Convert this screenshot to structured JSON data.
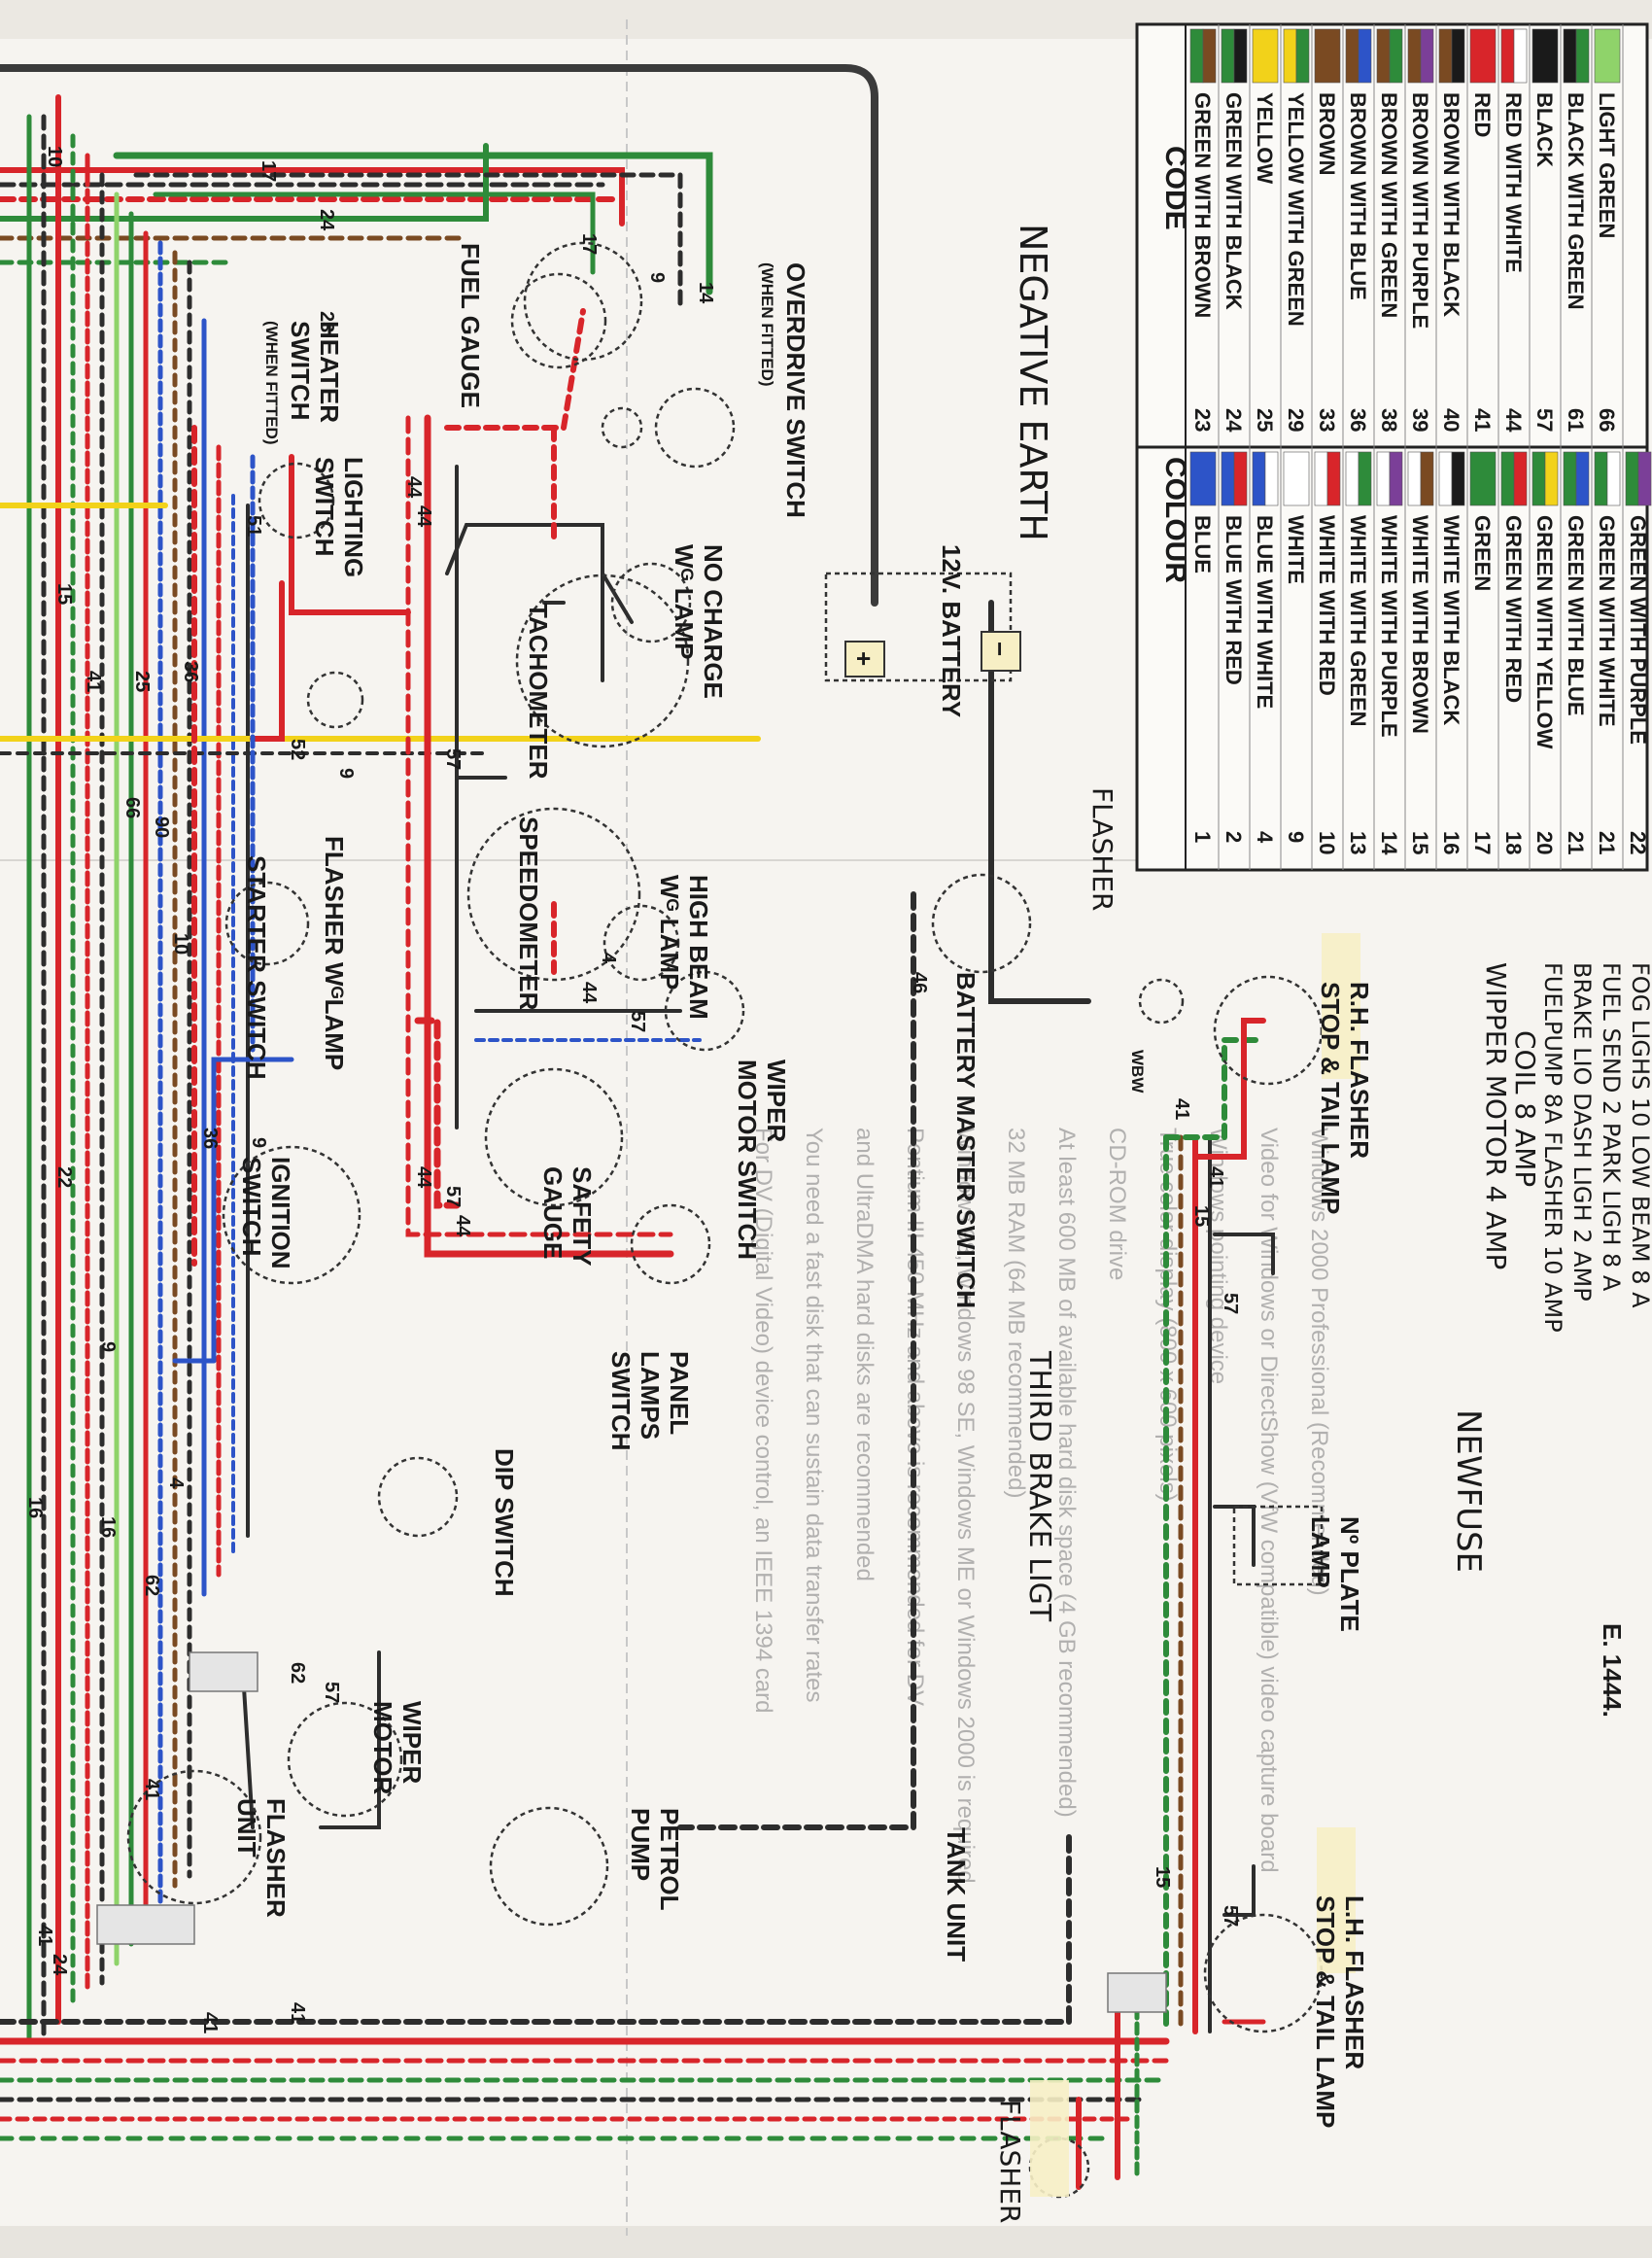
{
  "diagram": {
    "legend": {
      "header_colour": "COLOUR",
      "header_code": "CODE",
      "left_codes": [
        {
          "num": "1",
          "text": "BLUE",
          "swatch": [
            "#2d54c8"
          ]
        },
        {
          "num": "2",
          "text": "BLUE WITH RED",
          "swatch": [
            "#2d54c8",
            "#d8252a"
          ]
        },
        {
          "num": "4",
          "text": "BLUE WITH WHITE",
          "swatch": [
            "#2d54c8",
            "#ffffff"
          ]
        },
        {
          "num": "9",
          "text": "WHITE",
          "swatch": [
            "#ffffff"
          ]
        },
        {
          "num": "10",
          "text": "WHITE WITH RED",
          "swatch": [
            "#ffffff",
            "#d8252a"
          ]
        },
        {
          "num": "13",
          "text": "WHITE WITH GREEN",
          "swatch": [
            "#ffffff",
            "#2e8b3a"
          ]
        },
        {
          "num": "14",
          "text": "WHITE WITH PURPLE",
          "swatch": [
            "#ffffff",
            "#7b3f98"
          ]
        },
        {
          "num": "15",
          "text": "WHITE WITH BROWN",
          "swatch": [
            "#ffffff",
            "#7a4a22"
          ]
        },
        {
          "num": "16",
          "text": "WHITE WITH BLACK",
          "swatch": [
            "#ffffff",
            "#1a1a1a"
          ]
        },
        {
          "num": "17",
          "text": "GREEN",
          "swatch": [
            "#2e8b3a"
          ]
        },
        {
          "num": "18",
          "text": "GREEN WITH RED",
          "swatch": [
            "#2e8b3a",
            "#d8252a"
          ]
        },
        {
          "num": "20",
          "text": "GREEN WITH YELLOW",
          "swatch": [
            "#2e8b3a",
            "#f2d21a"
          ]
        },
        {
          "num": "21",
          "text": "GREEN WITH BLUE",
          "swatch": [
            "#2e8b3a",
            "#2d54c8"
          ]
        },
        {
          "num": "21",
          "text": "GREEN WITH WHITE",
          "swatch": [
            "#2e8b3a",
            "#ffffff"
          ]
        },
        {
          "num": "22",
          "text": "GREEN WITH PURPLE",
          "swatch": [
            "#2e8b3a",
            "#7b3f98"
          ]
        }
      ],
      "right_codes": [
        {
          "num": "23",
          "text": "GREEN WITH BROWN",
          "swatch": [
            "#2e8b3a",
            "#7a4a22"
          ]
        },
        {
          "num": "24",
          "text": "GREEN WITH BLACK",
          "swatch": [
            "#2e8b3a",
            "#1a1a1a"
          ]
        },
        {
          "num": "25",
          "text": "YELLOW",
          "swatch": [
            "#f2d21a"
          ]
        },
        {
          "num": "29",
          "text": "YELLOW WITH GREEN",
          "swatch": [
            "#f2d21a",
            "#2e8b3a"
          ]
        },
        {
          "num": "33",
          "text": "BROWN",
          "swatch": [
            "#7a4a22"
          ]
        },
        {
          "num": "36",
          "text": "BROWN WITH BLUE",
          "swatch": [
            "#7a4a22",
            "#2d54c8"
          ]
        },
        {
          "num": "38",
          "text": "BROWN WITH GREEN",
          "swatch": [
            "#7a4a22",
            "#2e8b3a"
          ]
        },
        {
          "num": "39",
          "text": "BROWN WITH PURPLE",
          "swatch": [
            "#7a4a22",
            "#7b3f98"
          ]
        },
        {
          "num": "40",
          "text": "BROWN WITH BLACK",
          "swatch": [
            "#7a4a22",
            "#1a1a1a"
          ]
        },
        {
          "num": "41",
          "text": "RED",
          "swatch": [
            "#d8252a"
          ]
        },
        {
          "num": "44",
          "text": "RED WITH WHITE",
          "swatch": [
            "#d8252a",
            "#ffffff"
          ]
        },
        {
          "num": "57",
          "text": "BLACK",
          "swatch": [
            "#1a1a1a"
          ]
        },
        {
          "num": "61",
          "text": "BLACK WITH GREEN",
          "swatch": [
            "#1a1a1a",
            "#2e8b3a"
          ]
        },
        {
          "num": "66",
          "text": "LIGHT GREEN",
          "swatch": [
            "#8fd36a"
          ]
        }
      ]
    },
    "components": {
      "heater_switch": [
        "HEATER",
        "SWITCH",
        "(WHEN FITTED)"
      ],
      "fuel_gauge": "FUEL GAUGE",
      "overdrive_switch": [
        "OVERDRIVE SWITCH",
        "(WHEN FITTED)"
      ],
      "lighting_switch": [
        "LIGHTING",
        "SWITCH"
      ],
      "tachometer": "TACHOMETER",
      "no_charge_lamp": [
        "NO CHARGE",
        "Wᴳ LAMP"
      ],
      "battery": "12V. BATTERY",
      "battery_plus": "+",
      "battery_minus": "−",
      "negative_earth": "NEGATIVE EARTH",
      "starter_switch": "STARTER SWITCH",
      "flasher_lamp": "FLASHER WᴳLAMP",
      "speedometer": "SPEEDOMETER",
      "high_beam_lamp": [
        "HIGH BEAM",
        "Wᴳ LAMP"
      ],
      "ignition_switch": [
        "IGNITION",
        "SWITCH"
      ],
      "safety_gauge": [
        "SAFETY",
        "GAUGE"
      ],
      "wiper_motor_switch": [
        "WIPER",
        "MOTOR SWITCH"
      ],
      "battery_master_switch": "BATTERY MASTER SWITCH",
      "flasher_hand": "FLASHER",
      "wbw": "WBW",
      "rh_stop_tail": [
        "R.H. FLASHER",
        "STOP & TAIL LAMP"
      ],
      "panel_lamps_switch": [
        "PANEL",
        "LAMPS",
        "SWITCH"
      ],
      "third_brake_light": "THIRD BRAKE LIGT",
      "no_plate_lamp": [
        "Nº PLATE",
        "LAMP"
      ],
      "dip_switch": "DIP SWITCH",
      "wiper_motor": [
        "WIPER",
        "MOTOR"
      ],
      "petrol_pump": [
        "PETROL",
        "PUMP"
      ],
      "flasher_unit": [
        "FLASHER",
        "UNIT"
      ],
      "tank_unit": "TANK UNIT",
      "lh_stop_tail": [
        "L.H. FLASHER",
        "STOP & TAIL LAMP"
      ],
      "flasher_lh": "FLASHER",
      "ref_number": "E. 1444."
    },
    "fuse_notes": {
      "title": "NEWFUSE",
      "lines": [
        "WIPPER MOTOR 4 AMP",
        "COIL 8 AMP",
        "FUELPUMP 8A FLASHER 10 AMP",
        "BRAKE LIO DASH LIGH 2 AMP",
        "FUEL SEND 2 PARK LIGH 8 A",
        "FOG LIGHS 10 LOW BEAM 8 A"
      ]
    },
    "wire_numbers": [
      "10",
      "17",
      "24",
      "23",
      "17",
      "9",
      "14",
      "44",
      "44",
      "51",
      "15",
      "41",
      "25",
      "36",
      "90",
      "57",
      "52",
      "9",
      "10",
      "66",
      "57",
      "44",
      "4",
      "44",
      "57",
      "44",
      "9",
      "36",
      "22",
      "9",
      "16",
      "16",
      "4",
      "62",
      "62",
      "57",
      "41",
      "24",
      "41",
      "41",
      "41",
      "15",
      "41",
      "15",
      "57",
      "57",
      "41",
      "46"
    ],
    "show_through_text": [
      "Windows 2000 Professional (Recommended)",
      "Video for Windows or DirectShow (VfW compatible) video capture board",
      "Windows pointing device",
      "True color display (800 x 600 pixels)",
      "CD-ROM drive",
      "At least 600 MB of available hard disk space (4 GB recommended)",
      "32 MB RAM (64 MB recommended)",
      "Windows 98, Windows 98 SE, Windows ME or Windows 2000 is required",
      "Pentium III 450 MHz and above is recommended for DV",
      "and UltraDMA hard disks are recommended",
      "You need a fast disk that can sustain data transfer rates",
      "For DV (Digital Video) device control, an IEEE 1394 card"
    ]
  }
}
